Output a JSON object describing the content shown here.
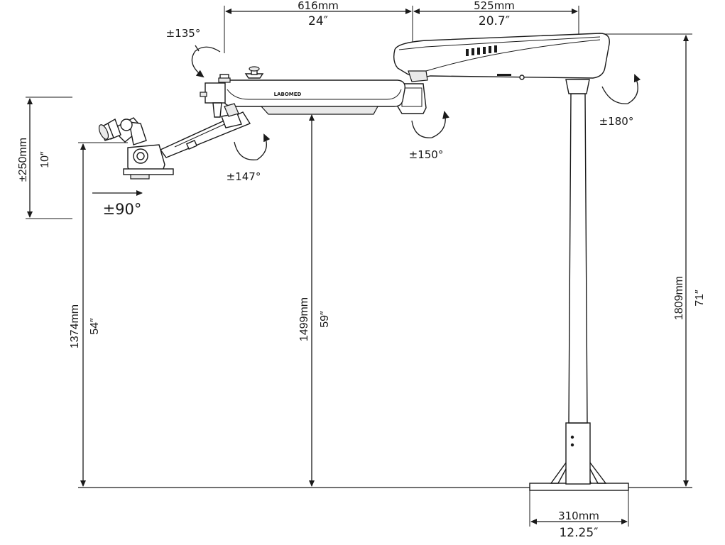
{
  "dimensions": {
    "arm_front_mm": "616mm",
    "arm_front_in": "24″",
    "arm_rear_mm": "525mm",
    "arm_rear_in": "20.7″",
    "total_height_mm": "1809mm",
    "total_height_in": "71″",
    "arm_height_mm": "1499mm",
    "arm_height_in": "59″",
    "head_height_mm": "1374mm",
    "head_height_in": "54″",
    "vertical_travel_mm": "±250mm",
    "vertical_travel_in": "10″",
    "base_width_mm": "310mm",
    "base_width_in": "12.25″"
  },
  "angles": {
    "joint_a": "±135°",
    "joint_b": "±147°",
    "joint_c": "±150°",
    "joint_d": "±180°",
    "head_tilt": "±90°"
  },
  "brand_mark": "LABOMED"
}
